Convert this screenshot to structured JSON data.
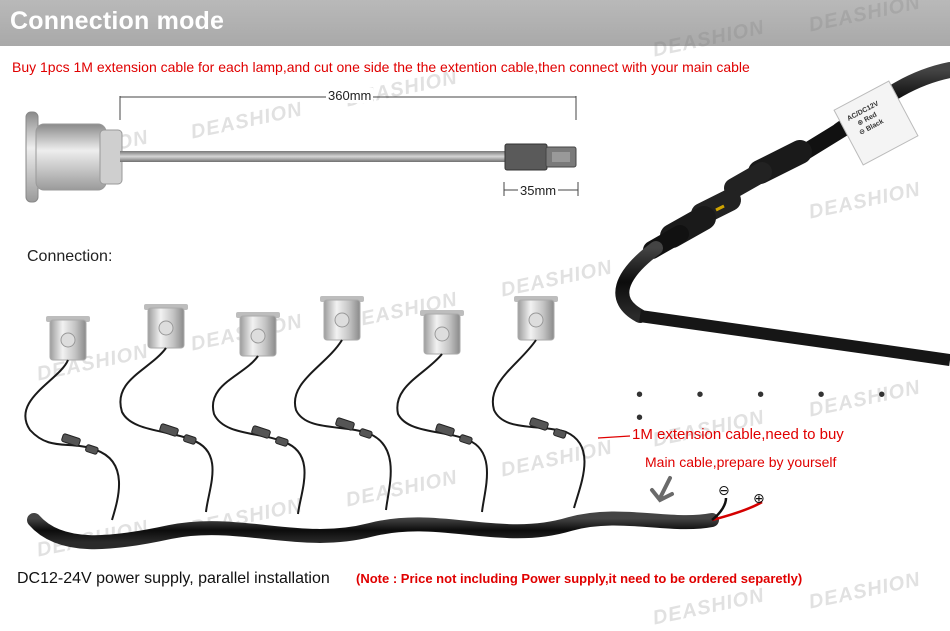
{
  "header": {
    "title": "Connection mode"
  },
  "instruction": "Buy 1pcs 1M extension cable for each lamp,and cut one side the the extention cable,then connect with your main cable",
  "dimensions": {
    "length": "360mm",
    "connector": "35mm"
  },
  "connection_label": "Connection:",
  "callouts": {
    "extension": "1M extension cable,need to buy",
    "main": "Main cable,prepare by yourself"
  },
  "polarity": {
    "negative": "⊖",
    "positive": "⊕"
  },
  "plug_label": {
    "line1": "AC/DC12V",
    "line2": "⊕ Red",
    "line3": "⊖ Black"
  },
  "dots": "• • • • • •",
  "footer": {
    "label": "DC12-24V power supply, parallel installation",
    "note": "(Note : Price not including Power supply,it need to be ordered separetly)"
  },
  "watermark": "DEASHION",
  "colors": {
    "header": "#aaaaaa",
    "accent_red": "#e00000",
    "cable": "#1a1a1a",
    "lamp": "#cfcfcf"
  }
}
